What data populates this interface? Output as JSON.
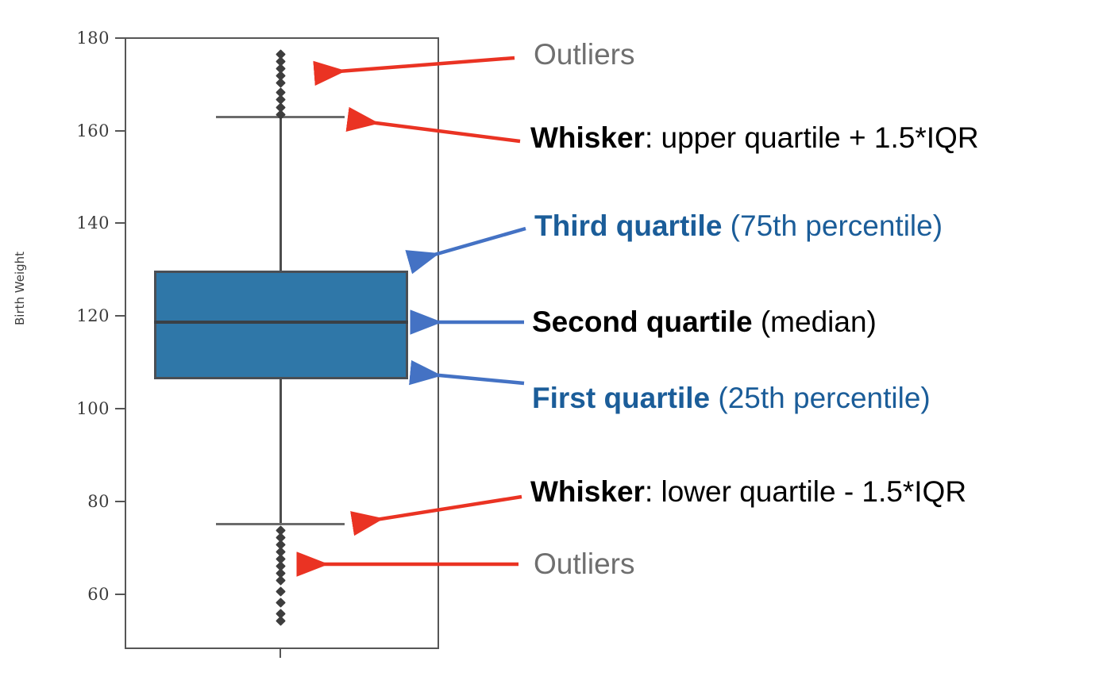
{
  "chart_data": {
    "type": "boxplot",
    "title": "",
    "xlabel": "",
    "ylabel": "Birth Weight",
    "ylim": [
      54,
      182
    ],
    "yticks": [
      180,
      160,
      140,
      120,
      100,
      80,
      60
    ],
    "grid": false,
    "legend": "none",
    "series": [
      {
        "name": "Birth Weight",
        "q1": 108,
        "median": 120,
        "q3": 131,
        "lower_whisker": 75,
        "upper_whisker": 165,
        "outliers_upper": [
          166,
          167,
          168,
          169,
          170,
          171,
          172,
          173,
          174,
          175,
          176
        ],
        "outliers_lower": [
          55,
          56,
          58,
          60,
          61,
          62,
          63,
          64,
          65,
          66,
          67,
          68,
          69,
          70,
          71,
          72,
          73,
          74
        ],
        "box_fill_color": "#2f77a8",
        "box_edge_color": "#4a4f55",
        "whisker_color": "#6b6b6b",
        "outlier_color": "#3d3d3d"
      }
    ]
  },
  "axis": {
    "y_title": "Birth Weight",
    "tick_labels": [
      "180",
      "160",
      "140",
      "120",
      "100",
      "80",
      "60"
    ]
  },
  "annotations": {
    "outliers_top": {
      "text": "Outliers",
      "color": "#6f6f6f",
      "arrow_color": "#ea3323"
    },
    "whisker_upper": {
      "lead": "Whisker",
      "rest": ": upper quartile + 1.5*IQR",
      "color": "#000000",
      "arrow_color": "#ea3323"
    },
    "third_quartile": {
      "lead": "Third quartile",
      "rest": " (75th percentile)",
      "color": "#1b5d99",
      "arrow_color": "#4472c4"
    },
    "second_quartile": {
      "lead": "Second quartile",
      "rest": " (median)",
      "color": "#000000",
      "arrow_color": "#4472c4"
    },
    "first_quartile": {
      "lead": "First quartile",
      "rest": " (25th percentile)",
      "color": "#1b5d99",
      "arrow_color": "#4472c4"
    },
    "whisker_lower": {
      "lead": "Whisker",
      "rest": ": lower quartile - 1.5*IQR",
      "color": "#000000",
      "arrow_color": "#ea3323"
    },
    "outliers_bottom": {
      "text": "Outliers",
      "color": "#6f6f6f",
      "arrow_color": "#ea3323"
    }
  }
}
